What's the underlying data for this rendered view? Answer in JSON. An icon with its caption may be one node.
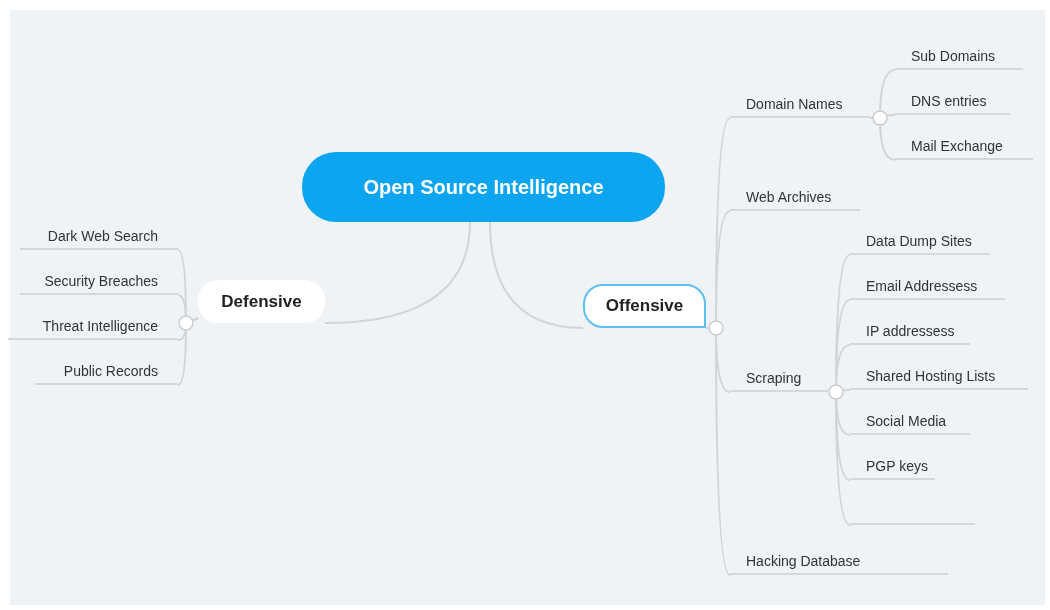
{
  "diagram": {
    "nodes": [
      {
        "text": [
          "Open Source Intelligence"
        ]
      },
      {
        "text": [
          "Defensive"
        ]
      },
      {
        "text": [
          "Offensive"
        ]
      },
      {
        "text": [
          "Dark Web Search"
        ]
      },
      {
        "text": [
          "Security Breaches"
        ]
      },
      {
        "text": [
          "Threat Intelligence"
        ]
      },
      {
        "text": [
          "Public Records"
        ]
      },
      {
        "text": [
          "Domain Names"
        ]
      },
      {
        "text": [
          "Sub Domains"
        ]
      },
      {
        "text": [
          "DNS entries"
        ]
      },
      {
        "text": [
          "Mail Exchange"
        ]
      },
      {
        "text": [
          "Web Archives"
        ]
      },
      {
        "text": [
          "Scraping"
        ]
      },
      {
        "text": [
          "Data Dump Sites"
        ]
      },
      {
        "text": [
          "Email Addressess"
        ]
      },
      {
        "text": [
          "IP addressess"
        ]
      },
      {
        "text": [
          "Shared Hosting Lists"
        ]
      },
      {
        "text": [
          "Social Media"
        ]
      },
      {
        "text": [
          "PGP keys"
        ]
      },
      {
        "text": [],
        "shape": "bar"
      },
      {
        "text": [
          "Hacking Database"
        ]
      }
    ],
    "edges": [
      {
        "from": 0,
        "to": 1,
        "arrow": "none"
      },
      {
        "from": 0,
        "to": 2,
        "arrow": "none"
      },
      {
        "from": 1,
        "to": 3,
        "arrow": "none"
      },
      {
        "from": 1,
        "to": 4,
        "arrow": "none"
      },
      {
        "from": 1,
        "to": 5,
        "arrow": "none"
      },
      {
        "from": 1,
        "to": 6,
        "arrow": "none"
      },
      {
        "from": 2,
        "to": 7,
        "arrow": "none"
      },
      {
        "from": 7,
        "to": 8,
        "arrow": "none"
      },
      {
        "from": 7,
        "to": 9,
        "arrow": "none"
      },
      {
        "from": 7,
        "to": 10,
        "arrow": "none"
      },
      {
        "from": 2,
        "to": 11,
        "arrow": "none"
      },
      {
        "from": 2,
        "to": 12,
        "arrow": "none"
      },
      {
        "from": 12,
        "to": 13,
        "arrow": "none"
      },
      {
        "from": 12,
        "to": 14,
        "arrow": "none"
      },
      {
        "from": 12,
        "to": 15,
        "arrow": "none"
      },
      {
        "from": 12,
        "to": 16,
        "arrow": "none"
      },
      {
        "from": 12,
        "to": 17,
        "arrow": "none"
      },
      {
        "from": 12,
        "to": 18,
        "arrow": "none"
      },
      {
        "from": 12,
        "to": 19,
        "arrow": "none"
      },
      {
        "from": 2,
        "to": 20,
        "arrow": "none"
      }
    ]
  }
}
